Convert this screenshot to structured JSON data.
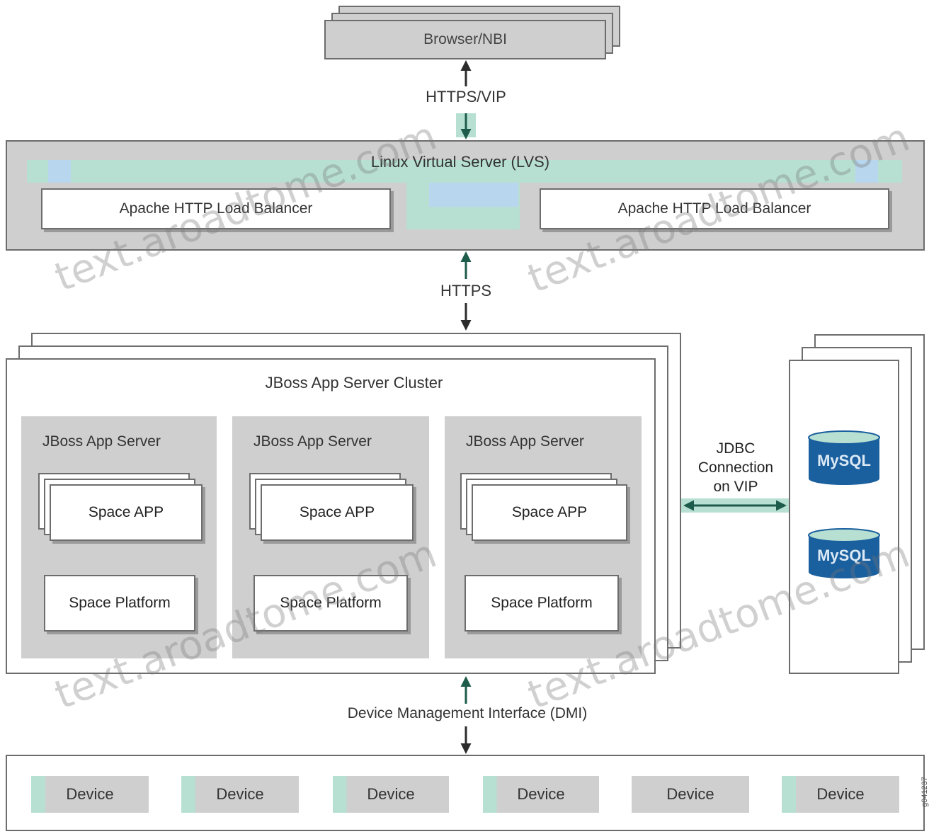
{
  "top": {
    "browser_label": "Browser/NBI",
    "link1": "HTTPS/VIP"
  },
  "lvs": {
    "title": "Linux Virtual Server (LVS)",
    "balancer_left": "Apache HTTP Load Balancer",
    "balancer_right": "Apache HTTP Load Balancer"
  },
  "link2": "HTTPS",
  "cluster": {
    "title": "JBoss App Server Cluster",
    "servers": [
      {
        "title": "JBoss App Server",
        "app": "Space APP",
        "platform": "Space Platform"
      },
      {
        "title": "JBoss App Server",
        "app": "Space APP",
        "platform": "Space Platform"
      },
      {
        "title": "JBoss App Server",
        "app": "Space APP",
        "platform": "Space Platform"
      }
    ]
  },
  "jdbc": {
    "line1": "JDBC",
    "line2": "Connection",
    "line3": "on VIP"
  },
  "db": {
    "db1": "MySQL",
    "db2": "MySQL"
  },
  "link3": "Device Management Interface (DMI)",
  "devices": [
    "Device",
    "Device",
    "Device",
    "Device",
    "Device",
    "Device"
  ],
  "watermark": "text.aroadtome.com",
  "figure_id": "g041237",
  "colors": {
    "teal": "#b7e0d2",
    "blue": "#b8d6ee",
    "db_blue": "#1a5f9e",
    "arrow": "#333333"
  }
}
